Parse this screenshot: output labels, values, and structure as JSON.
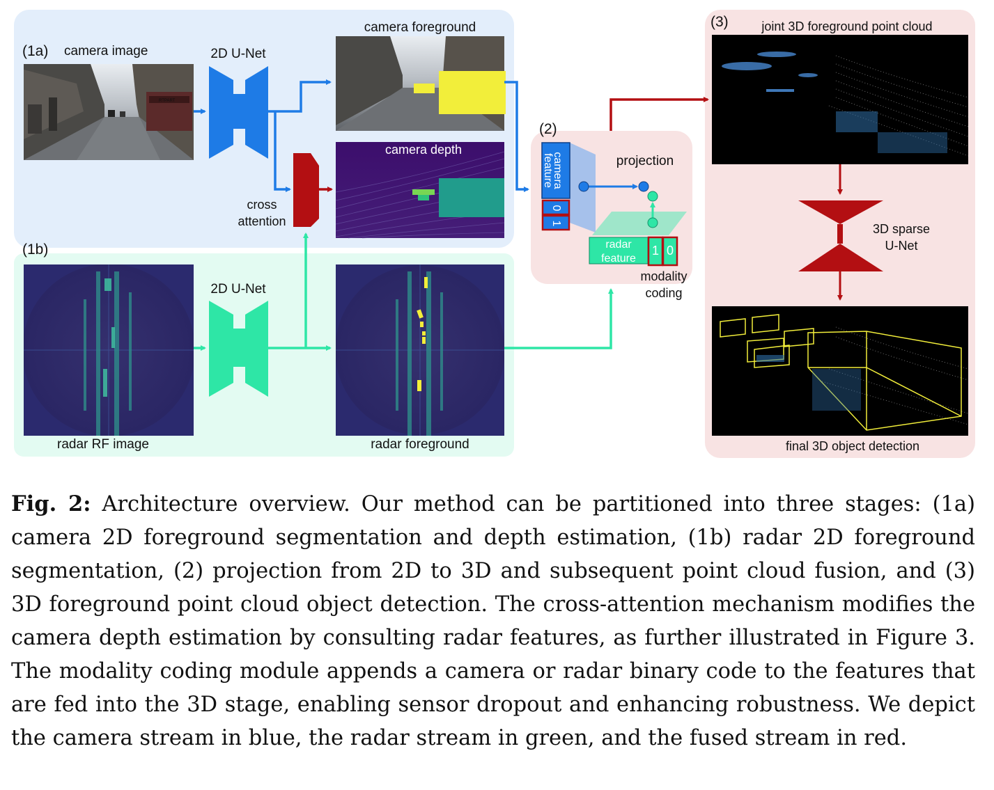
{
  "figure": {
    "stage_1a": {
      "tag": "(1a)",
      "input_label": "camera image",
      "unet_label": "2D U-Net",
      "foreground_label": "camera foreground",
      "depth_label": "camera depth",
      "cross_attention_line1": "cross",
      "cross_attention_line2": "attention"
    },
    "stage_1b": {
      "tag": "(1b)",
      "input_label": "radar RF image",
      "unet_label": "2D U-Net",
      "foreground_label": "radar foreground"
    },
    "stage_2": {
      "tag": "(2)",
      "camera_feature_line1": "camera",
      "camera_feature_line2": "feature",
      "camera_code": [
        "0",
        "1"
      ],
      "projection_label": "projection",
      "radar_feature_line1": "radar",
      "radar_feature_line2": "feature",
      "radar_code": [
        "1",
        "0"
      ],
      "modality_line1": "modality",
      "modality_line2": "coding"
    },
    "stage_3": {
      "tag": "(3)",
      "pointcloud_label": "joint 3D foreground point cloud",
      "sparse_unet_line1": "3D sparse",
      "sparse_unet_line2": "U-Net",
      "detection_label": "final 3D object detection"
    },
    "truck_lettering": "RTPART",
    "colors": {
      "camera_stream": "#1e7be6",
      "radar_stream": "#2ee6a6",
      "fused_stream": "#b30f12",
      "camera_panel": "#e3eefb",
      "radar_panel": "#e3fbf2",
      "fused_panel": "#f8e3e3",
      "highlight_yellow": "#f2ee3a",
      "depth_teal": "#219c8c",
      "depth_purple": "#3b0f6b",
      "radar_navy": "#2b2a6e"
    }
  },
  "caption": {
    "label": "Fig. 2:",
    "text": " Architecture overview. Our method can be partitioned into three stages: (1a) camera 2D foreground segmentation and depth estimation, (1b) radar 2D foreground segmentation, (2) projection from 2D to 3D and subsequent point cloud fusion, and (3) 3D foreground point cloud object detection. The cross-attention mechanism modifies the camera depth estimation by consulting radar features, as further illustrated in Figure 3. The modality coding module appends a camera or radar binary code to the features that are fed into the 3D stage, enabling sensor dropout and enhancing robustness. We depict the camera stream in blue, the radar stream in green, and the fused stream in red."
  }
}
